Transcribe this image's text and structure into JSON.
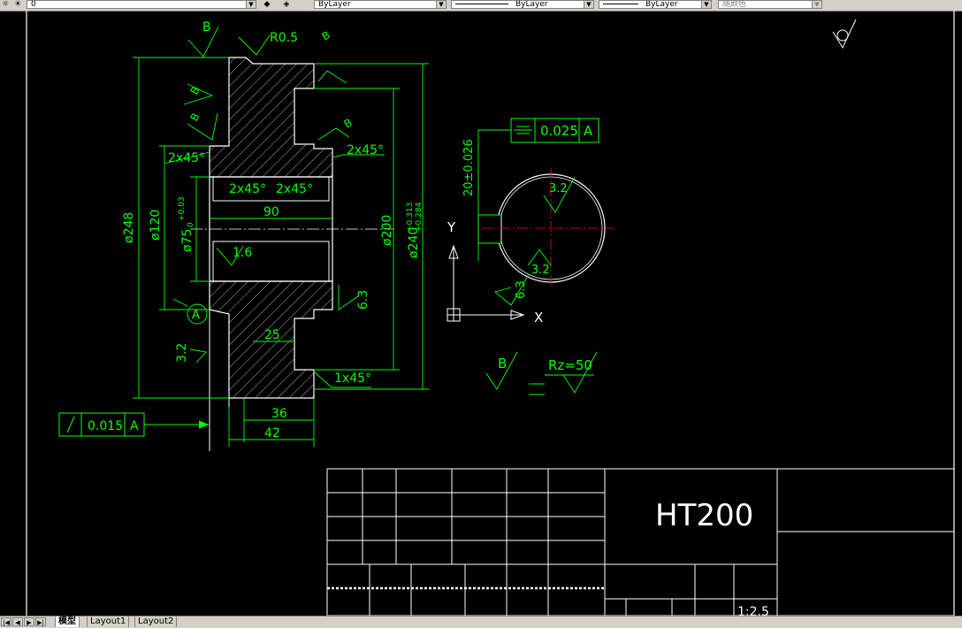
{
  "toolbar": {
    "layer_value": "0",
    "color_value": "ByLayer",
    "linetype_value": "ByLayer",
    "lineweight_value": "ByLayer",
    "plotstyle_value": "随颜色"
  },
  "tabs": {
    "model": "模型",
    "layout1": "Layout1",
    "layout2": "Layout2"
  },
  "drawing": {
    "datum_b_top": "B",
    "fillet": "R0.5",
    "finish_b_1": "B",
    "finish_b_2": "B",
    "finish_b_3": "B",
    "finish_b_4": "B",
    "chamfer_left": "2x45°",
    "chamfer_right": "2x45°",
    "chamfer_bore_1": "2x45°",
    "chamfer_bore_2": "2x45°",
    "dim_90": "90",
    "dim_248": "ø248",
    "dim_120": "ø120",
    "dim_75": "ø75",
    "tol_75_upper": "+0.03",
    "tol_75_lower": "0",
    "dim_200": "ø200",
    "dim_240": "ø240",
    "tol_240_upper": "+0.313",
    "tol_240_lower": "+0.284",
    "rough_16": "1.6",
    "rough_63": "6.3",
    "datum_a": "A",
    "rough_32_left": "3.2",
    "dim_25": "25",
    "chamfer_bottom": "1x45°",
    "dim_36": "36",
    "dim_42": "42",
    "runout_value": "0.015",
    "runout_datum": "A",
    "sym_value": "0.025",
    "sym_datum": "A",
    "dim_keyway": "20±0.026",
    "rough_32_key_top": "3.2",
    "rough_32_key_bot": "3.2",
    "rough_63_key": "6.3",
    "axis_y": "Y",
    "axis_x": "X",
    "note_b": "B",
    "note_rz": "Rz=50",
    "material": "HT200",
    "scale": "1:2.5"
  }
}
